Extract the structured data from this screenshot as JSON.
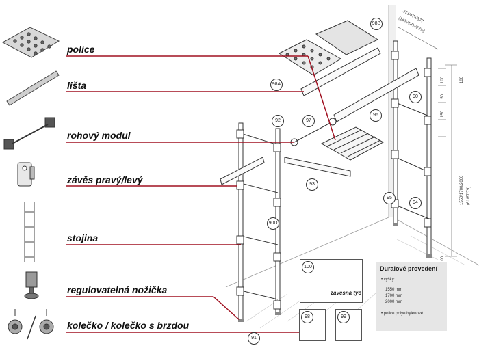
{
  "components": [
    {
      "key": "police",
      "label": "police",
      "icon": "shelf-grid-icon"
    },
    {
      "key": "lista",
      "label": "lišta",
      "icon": "rail-bar-icon"
    },
    {
      "key": "rohovy_modul",
      "label": "rohový modul",
      "icon": "corner-module-icon"
    },
    {
      "key": "zaves",
      "label": "závěs pravý/levý",
      "icon": "hanger-bracket-icon"
    },
    {
      "key": "stojina",
      "label": "stojina",
      "icon": "upright-post-icon"
    },
    {
      "key": "nozicka",
      "label": "regulovatelná nožička",
      "icon": "adjustable-foot-icon"
    },
    {
      "key": "kolecko",
      "label": "kolečko / kolečko s brzdou",
      "icon": "caster-wheel-icon"
    }
  ],
  "part_numbers": [
    "98B",
    "98A",
    "97",
    "92",
    "96",
    "90",
    "93",
    "95",
    "94",
    "90D",
    "91",
    "100",
    "98",
    "99"
  ],
  "hanging_rod_label": "závěsná tyč",
  "info_box": {
    "title": "Duralové provedení",
    "lines": [
      "• výšky:",
      "1550 mm",
      "1700 mm",
      "2000 mm",
      "• police polyethylenové"
    ]
  },
  "dimensions": {
    "top": "373/475/577",
    "top_sub": "(14¾/18¾/22¾)",
    "height": "1550/1700/2000",
    "height_sub": "(61/67/79)",
    "spacing": [
      "100",
      "150",
      "150",
      "100"
    ],
    "foot": "100"
  },
  "colors": {
    "accent": "#a01020",
    "line": "#333333",
    "info_bg": "#e6e6e6"
  }
}
